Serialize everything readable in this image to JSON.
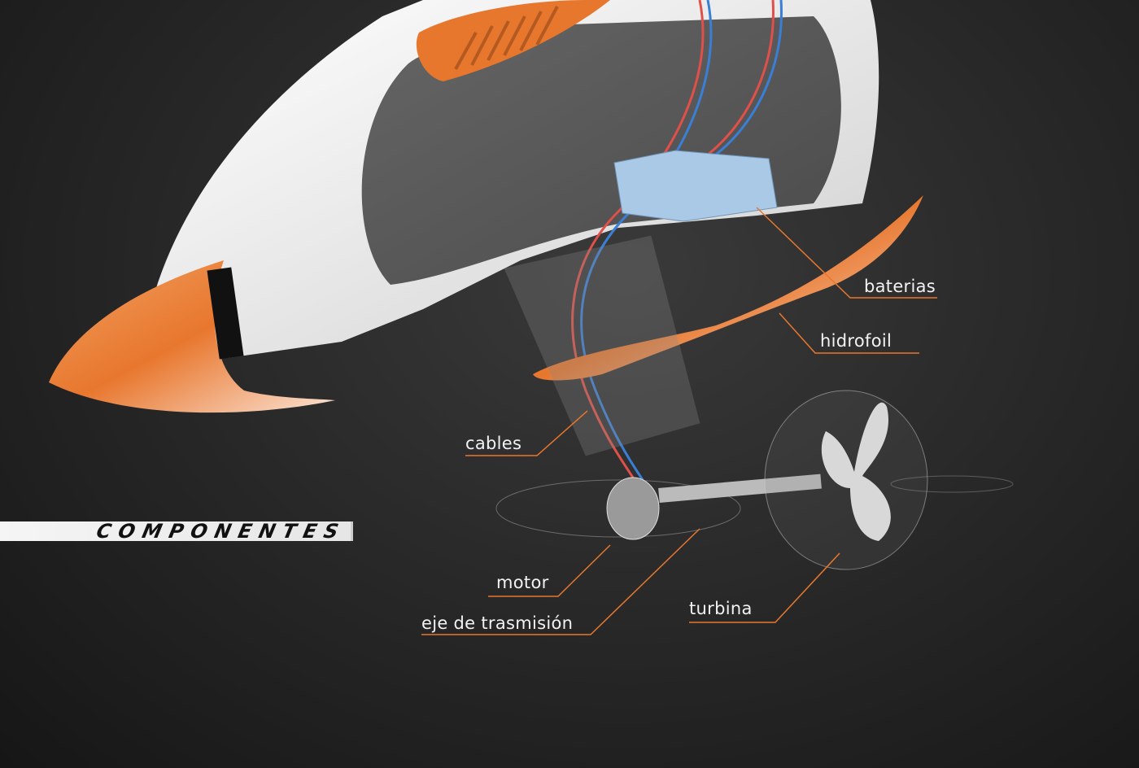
{
  "title": "COMPONENTES",
  "labels": {
    "baterias": "baterias",
    "hidrofoil": "hidrofoil",
    "cables": "cables",
    "motor": "motor",
    "eje": "eje de trasmisión",
    "turbina": "turbina"
  },
  "colors": {
    "accent_orange": "#e8772e",
    "background": "#262626",
    "hull_white": "#f2f2f2",
    "cable_red": "#e0504a",
    "cable_blue": "#3a7fd6"
  }
}
